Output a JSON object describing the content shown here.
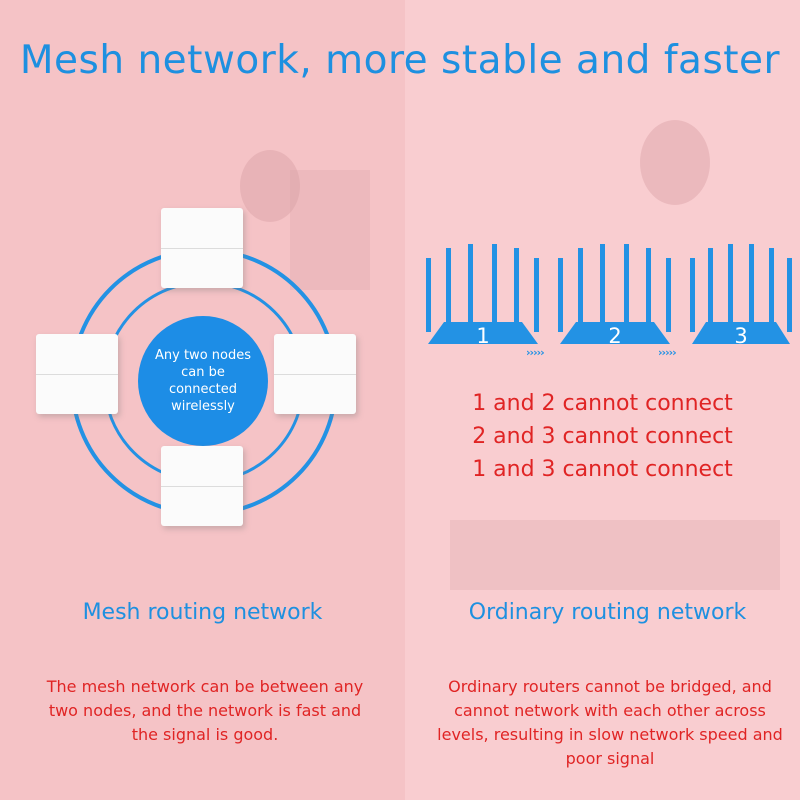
{
  "title": "Mesh network, more stable and faster",
  "mesh": {
    "center_text": "Any two nodes can be connected wirelessly",
    "heading": "Mesh routing network",
    "description": "The mesh network can be between any two nodes, and the network is fast and the signal is good."
  },
  "ordinary": {
    "routers": [
      "1",
      "2",
      "3"
    ],
    "arrows": "›››››",
    "lines": [
      "1 and 2 cannot connect",
      "2 and 3 cannot connect",
      "1 and 3 cannot connect"
    ],
    "heading": "Ordinary routing network",
    "description": "Ordinary routers cannot be bridged, and cannot network with each other across levels, resulting in slow network speed and poor signal"
  },
  "colors": {
    "accent_blue": "#1e90e0",
    "warning_red": "#e02424",
    "background_pink": "#f6c6c9"
  }
}
